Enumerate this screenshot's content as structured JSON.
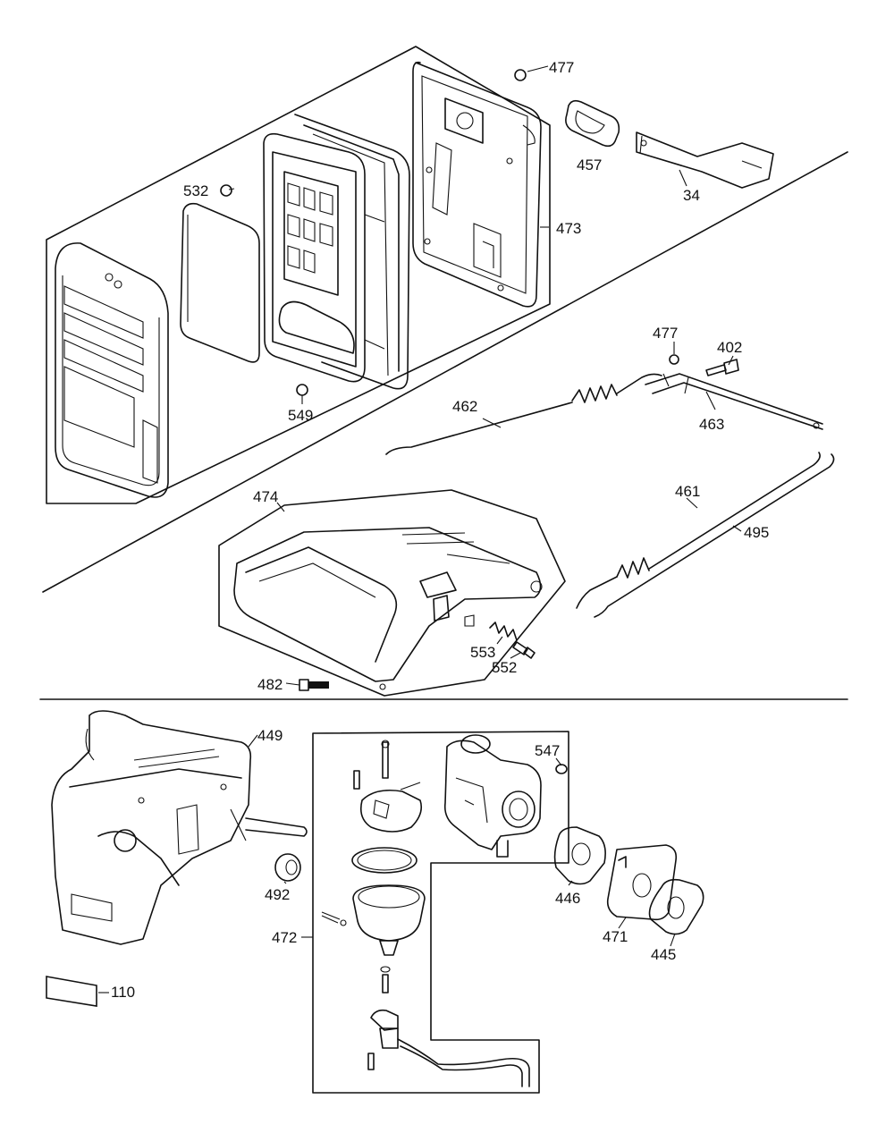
{
  "labels": {
    "p477a": "477",
    "p457": "457",
    "p34": "34",
    "p532": "532",
    "p473": "473",
    "p549": "549",
    "p477b": "477",
    "p402": "402",
    "p462": "462",
    "p463": "463",
    "p474": "474",
    "p461": "461",
    "p495": "495",
    "p553": "553",
    "p552": "552",
    "p482": "482",
    "p449": "449",
    "p547": "547",
    "p492": "492",
    "p446": "446",
    "p471": "471",
    "p445": "445",
    "p472": "472",
    "p110": "110"
  }
}
